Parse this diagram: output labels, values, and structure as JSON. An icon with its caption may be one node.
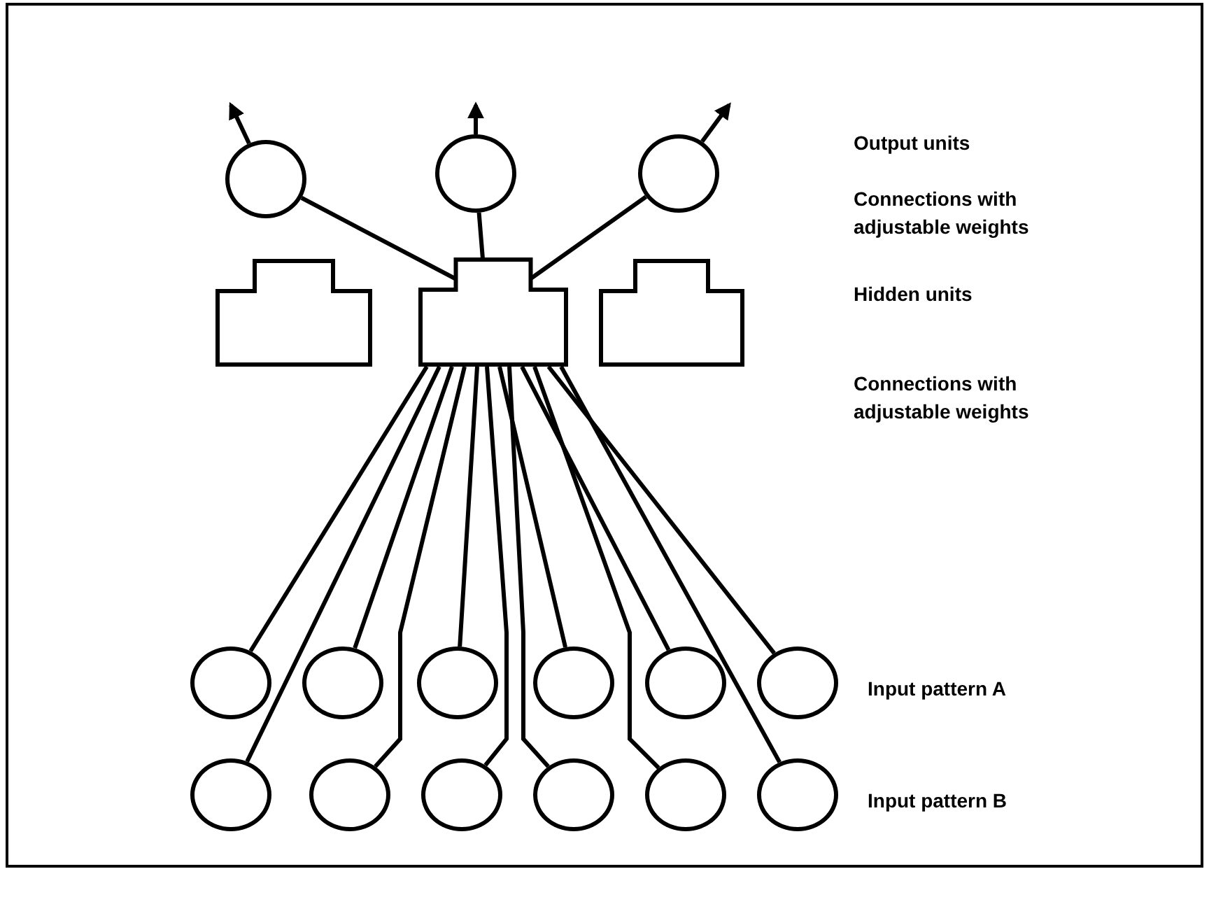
{
  "diagram": {
    "nodes": [
      {
        "text": [],
        "shape": "circle"
      },
      {
        "text": [],
        "shape": "circle"
      },
      {
        "text": [],
        "shape": "circle"
      },
      {
        "text": [],
        "shape": "box"
      },
      {
        "text": [],
        "shape": "box"
      },
      {
        "text": [],
        "shape": "box"
      },
      {
        "text": [],
        "shape": "circle"
      },
      {
        "text": [],
        "shape": "circle"
      },
      {
        "text": [],
        "shape": "circle"
      },
      {
        "text": [],
        "shape": "circle"
      },
      {
        "text": [],
        "shape": "circle"
      },
      {
        "text": [],
        "shape": "circle"
      },
      {
        "text": [],
        "shape": "circle"
      },
      {
        "text": [],
        "shape": "circle"
      },
      {
        "text": [],
        "shape": "circle"
      },
      {
        "text": [],
        "shape": "circle"
      },
      {
        "text": [],
        "shape": "circle"
      },
      {
        "text": [],
        "shape": "circle"
      }
    ],
    "edges": [
      {
        "from": 0,
        "to": null,
        "arrow": "to"
      },
      {
        "from": 1,
        "to": null,
        "arrow": "to"
      },
      {
        "from": 2,
        "to": null,
        "arrow": "to"
      },
      {
        "from": 4,
        "to": 0,
        "arrow": "none"
      },
      {
        "from": 4,
        "to": 1,
        "arrow": "none"
      },
      {
        "from": 4,
        "to": 2,
        "arrow": "none"
      },
      {
        "from": 6,
        "to": 4,
        "arrow": "none"
      },
      {
        "from": 12,
        "to": 4,
        "arrow": "none"
      },
      {
        "from": 7,
        "to": 4,
        "arrow": "none"
      },
      {
        "from": 13,
        "to": 4,
        "arrow": "none"
      },
      {
        "from": 8,
        "to": 4,
        "arrow": "none"
      },
      {
        "from": 14,
        "to": 4,
        "arrow": "none"
      },
      {
        "from": 9,
        "to": 4,
        "arrow": "none"
      },
      {
        "from": 15,
        "to": 4,
        "arrow": "none"
      },
      {
        "from": 10,
        "to": 4,
        "arrow": "none"
      },
      {
        "from": 16,
        "to": 4,
        "arrow": "none"
      },
      {
        "from": 11,
        "to": 4,
        "arrow": "none"
      },
      {
        "from": 17,
        "to": 4,
        "arrow": "none"
      }
    ],
    "labels": [
      "Output units",
      "Connections with adjustable weights",
      "Hidden units",
      "Connections with adjustable weights",
      "Input pattern A",
      "Input pattern B"
    ]
  }
}
